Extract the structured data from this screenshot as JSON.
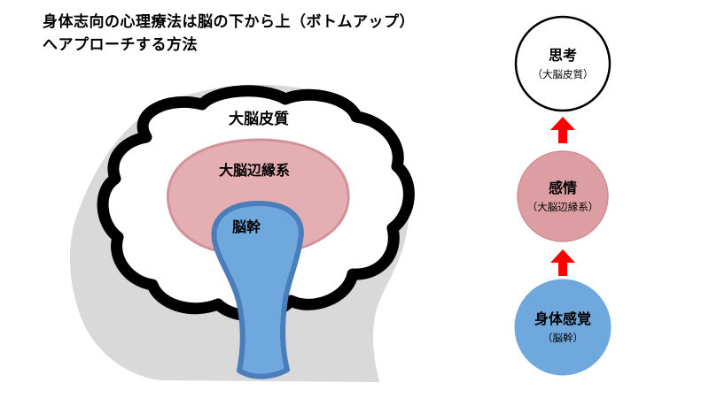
{
  "title": {
    "line1": "身体志向の心理療法は脳の下から上（ボトムアップ）",
    "line2": "へアプローチする方法"
  },
  "brain": {
    "cortex_label": "大脳皮質",
    "limbic_label": "大脳辺縁系",
    "brainstem_label": "脳幹",
    "colors": {
      "head_fill": "#d9d9d9",
      "cortex_outline": "#000000",
      "cortex_fill": "#ffffff",
      "limbic_fill": "#e5aeb2",
      "limbic_stroke": "#d2929a",
      "brainstem_fill": "#6fa8dc",
      "brainstem_stroke": "#4a7ebb",
      "label_color": "#000000"
    }
  },
  "flow": {
    "arrow_color": "#ff0000",
    "nodes": [
      {
        "label": "思考",
        "sublabel": "（大脳皮質）",
        "fill": "#ffffff",
        "stroke": "#000000",
        "stroke_width": "2.5"
      },
      {
        "label": "感情",
        "sublabel": "（大脳辺縁系）",
        "fill": "#dc9ea3",
        "stroke": "#cf8f95",
        "stroke_width": "1.5"
      },
      {
        "label": "身体感覚",
        "sublabel": "（脳幹）",
        "fill": "#6fa8dc",
        "stroke": "#6fa8dc",
        "stroke_width": "1"
      }
    ]
  }
}
